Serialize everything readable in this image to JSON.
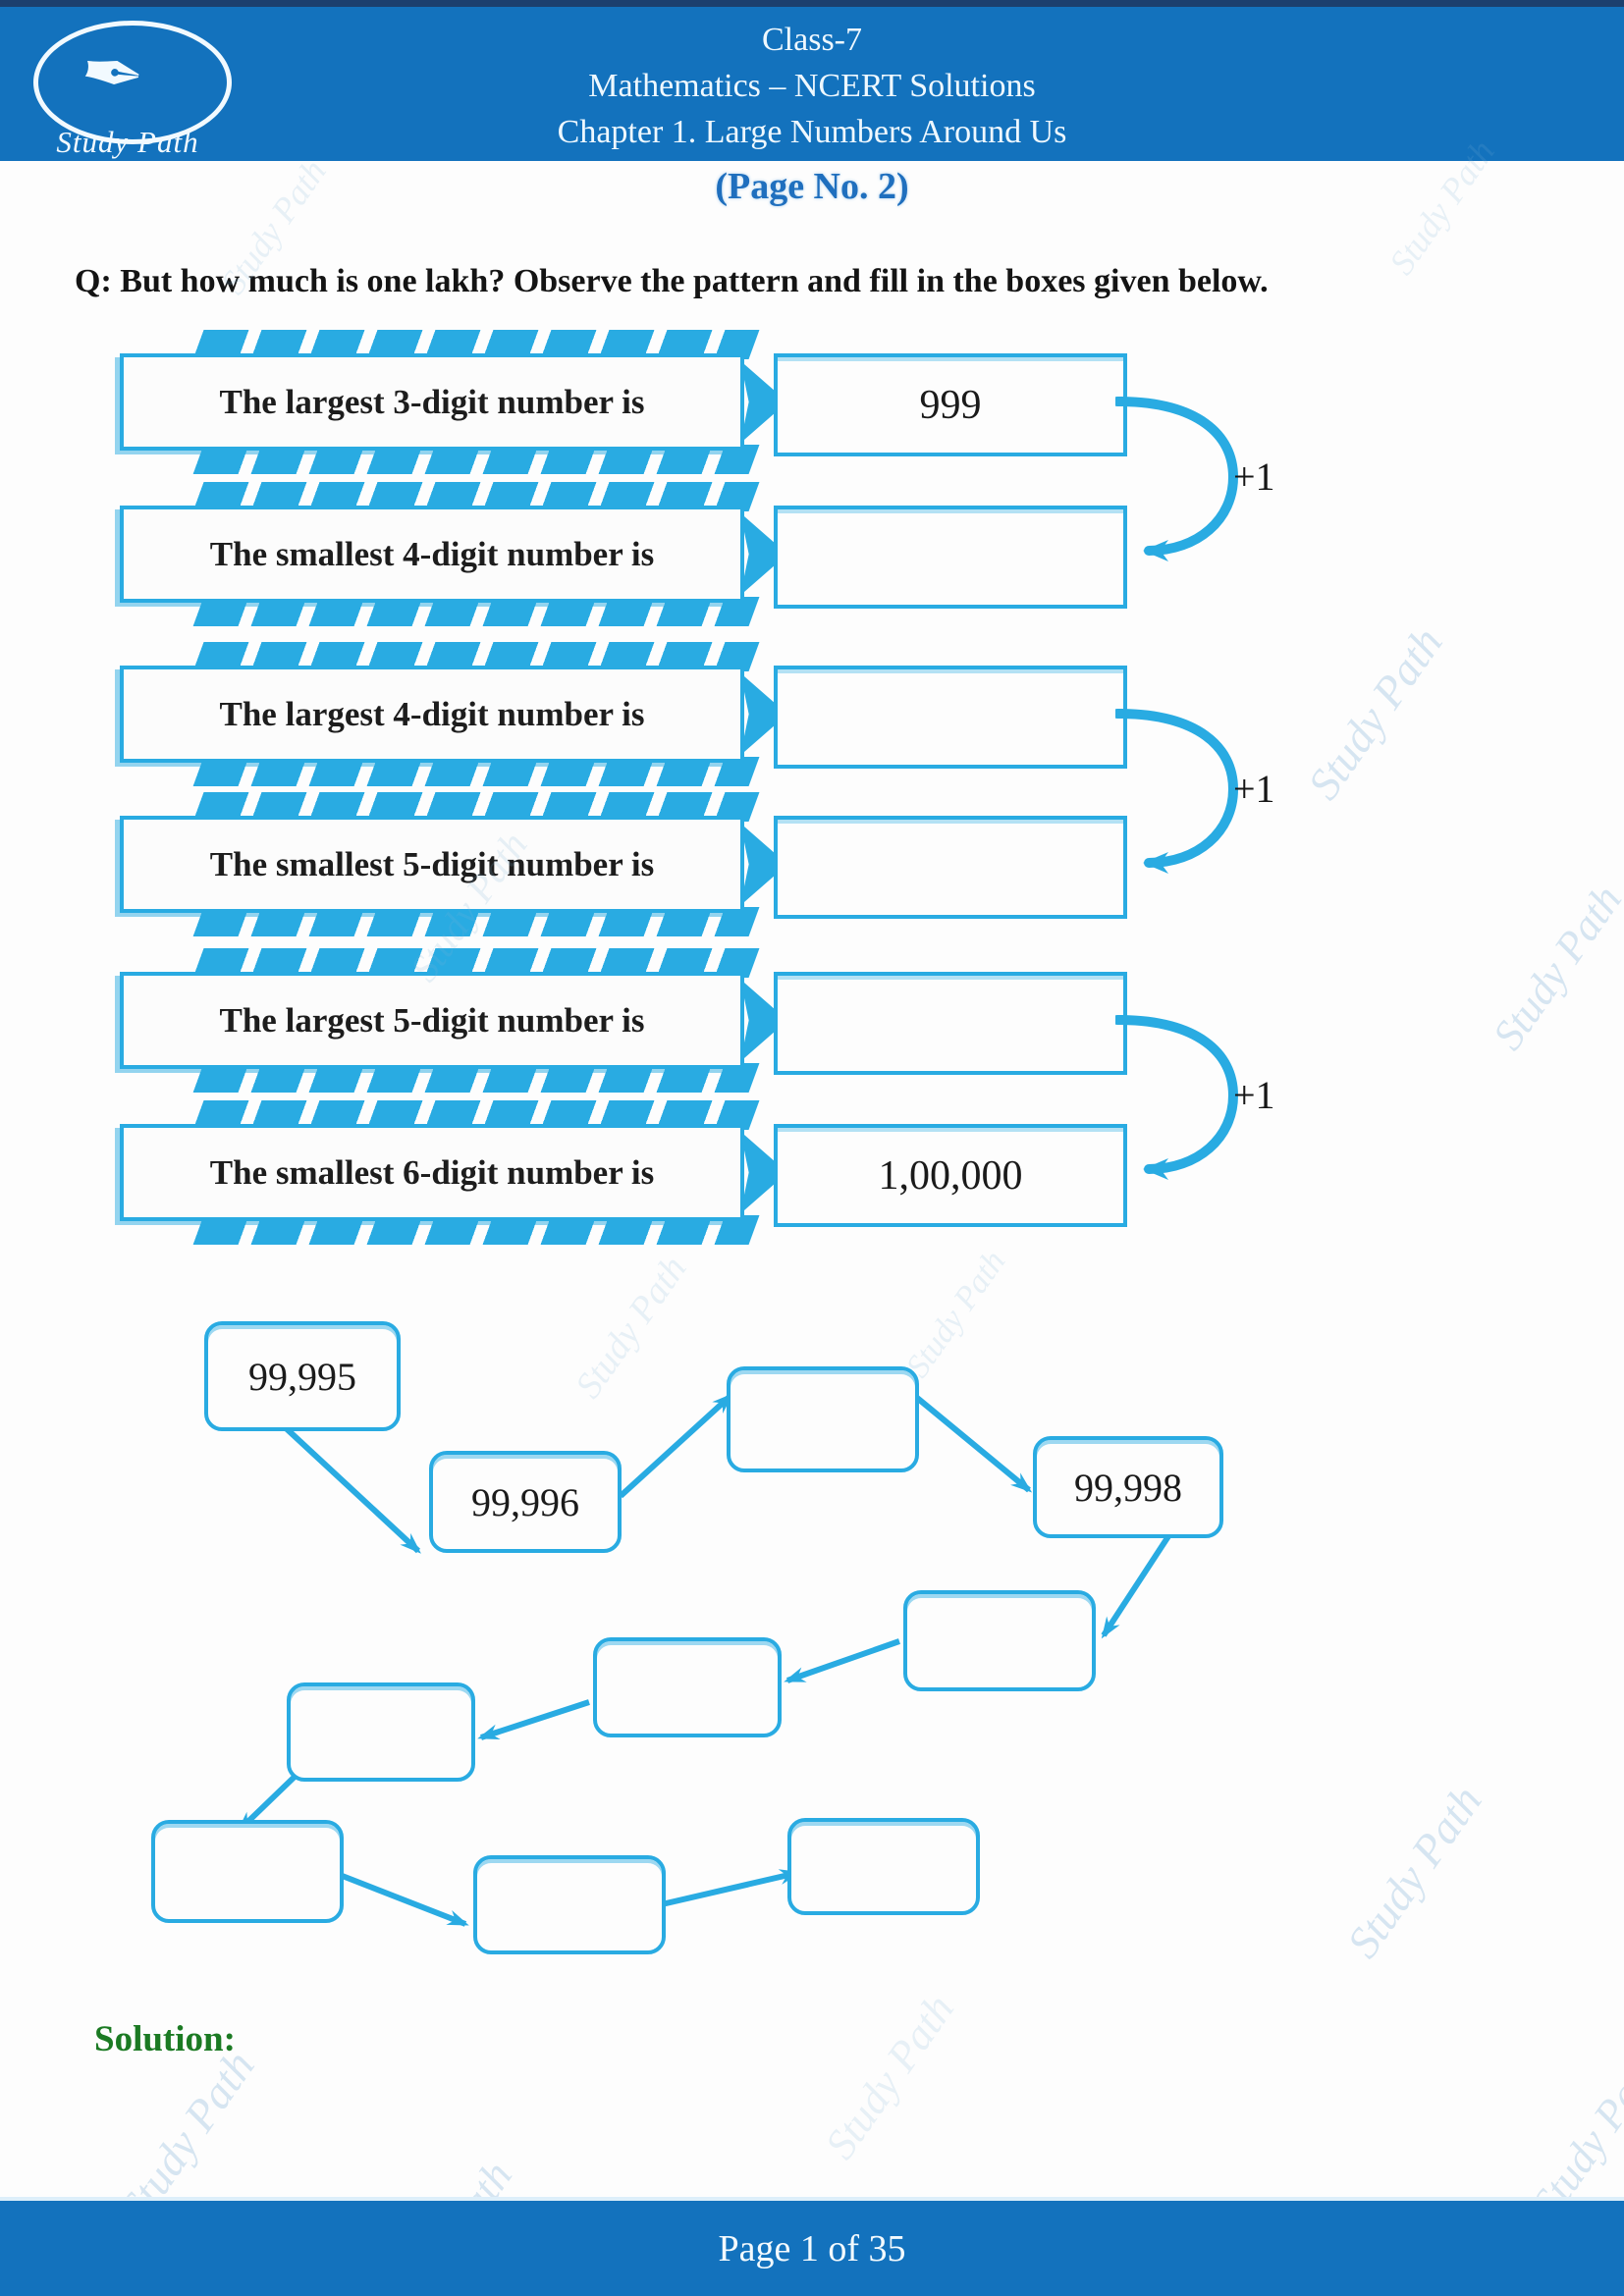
{
  "header": {
    "logo_text": "Study Path",
    "line1": "Class-7",
    "line2": "Mathematics – NCERT Solutions",
    "line3": "Chapter 1. Large Numbers Around Us"
  },
  "page_label": "(Page No. 2)",
  "question": "Q: But how much is one lakh? Observe the pattern and fill in the boxes given below.",
  "pattern": {
    "increment_label": "+1",
    "rows": [
      {
        "label": "The largest 3-digit number is",
        "value": "999"
      },
      {
        "label": "The smallest 4-digit number is",
        "value": ""
      },
      {
        "label": "The largest 4-digit number is",
        "value": ""
      },
      {
        "label": "The smallest 5-digit number is",
        "value": ""
      },
      {
        "label": "The largest 5-digit number is",
        "value": ""
      },
      {
        "label": "The smallest 6-digit number is",
        "value": "1,00,000"
      }
    ]
  },
  "chain": {
    "boxes": [
      {
        "value": "99,995"
      },
      {
        "value": "99,996"
      },
      {
        "value": ""
      },
      {
        "value": "99,998"
      },
      {
        "value": ""
      },
      {
        "value": ""
      },
      {
        "value": ""
      },
      {
        "value": ""
      },
      {
        "value": ""
      },
      {
        "value": ""
      }
    ]
  },
  "solution_label": "Solution:",
  "footer": {
    "page_text": "Page 1 of 35"
  },
  "watermark_text": "Study Path",
  "colors": {
    "accent_blue": "#29abe2",
    "bar_blue": "#1372bd",
    "top_strip_navy": "#1c3f6e",
    "page_label_blue": "#1f6fbe",
    "solution_green": "#1b7a23"
  }
}
